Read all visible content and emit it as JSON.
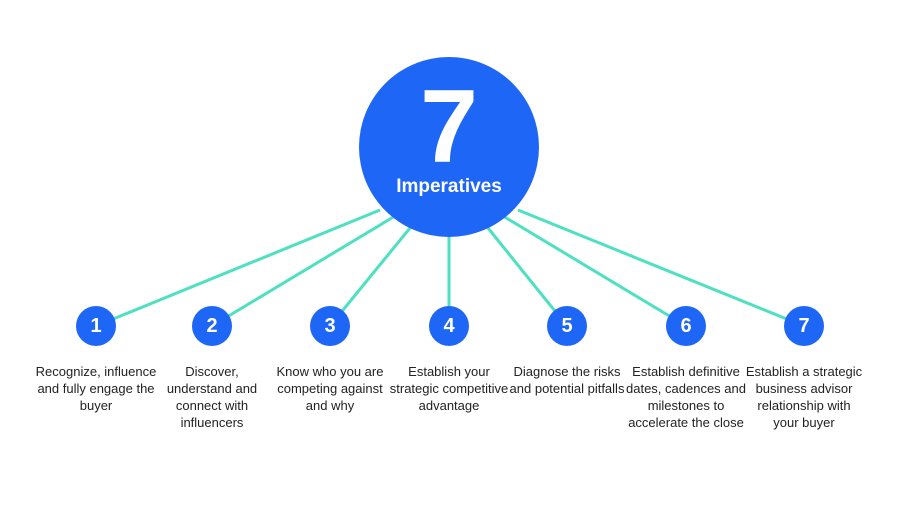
{
  "hub": {
    "number": "7",
    "label": "Imperatives"
  },
  "colors": {
    "accent_blue": "#1e66f5",
    "connector_teal": "#4ee0c0",
    "text": "#222222"
  },
  "items": [
    {
      "number": "1",
      "text": "Recognize, influence and fully engage the buyer"
    },
    {
      "number": "2",
      "text": "Discover, understand and connect with influencers"
    },
    {
      "number": "3",
      "text": "Know who you are competing against and why"
    },
    {
      "number": "4",
      "text": "Establish your strategic competitive advantage"
    },
    {
      "number": "5",
      "text": "Diagnose the risks and potential pitfalls"
    },
    {
      "number": "6",
      "text": "Establish definitive dates, cadences and milestones to accelerate the close"
    },
    {
      "number": "7",
      "text": "Establish a strategic business advisor relationship with your buyer"
    }
  ]
}
